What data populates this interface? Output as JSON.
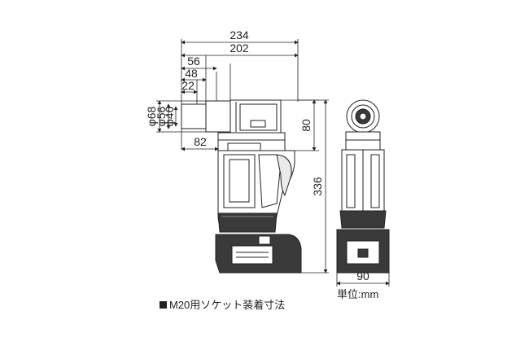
{
  "dimensions": {
    "overall_length": "234",
    "body_length": "202",
    "socket_56": "56",
    "socket_48": "48",
    "socket_22": "22",
    "dia_68": "φ68",
    "dia_56": "φ56",
    "dia_46": "φ46",
    "head_height": "80",
    "head_offset": "82",
    "total_height": "336",
    "width": "90"
  },
  "unit_label": "単位:mm",
  "caption": "M20用ソケット装着寸法",
  "colors": {
    "line": "#222222",
    "body_fill": "#ffffff",
    "dark": "#3a3a3a",
    "mid": "#888888"
  }
}
